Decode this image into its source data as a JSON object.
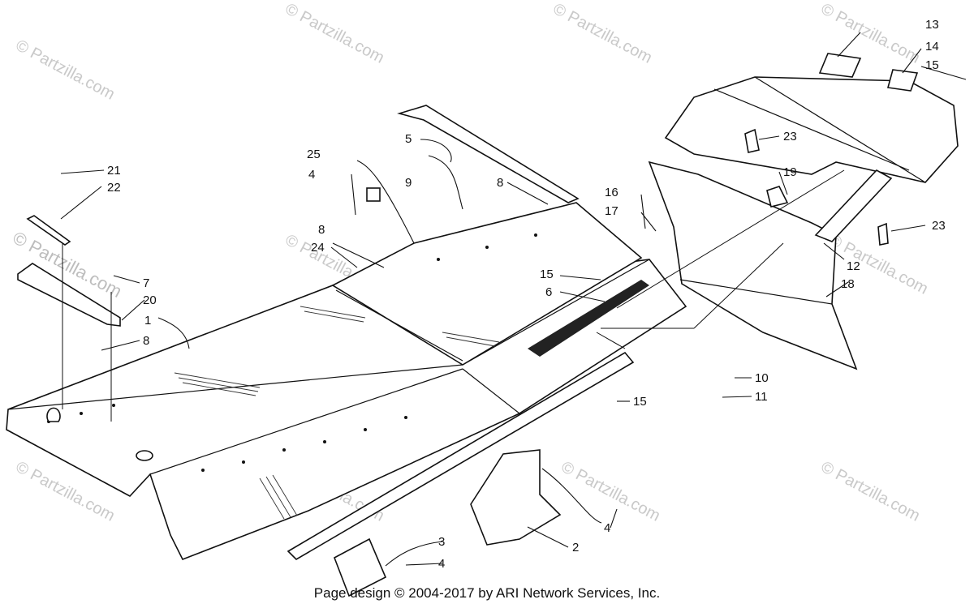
{
  "watermarks": {
    "small": "© Partzilla.com",
    "big": "© Partzilla.com"
  },
  "callouts": {
    "c1": "1",
    "c2": "2",
    "c3": "3",
    "c4a": "4",
    "c4b": "4",
    "c4c": "4",
    "c5": "5",
    "c6": "6",
    "c7": "7",
    "c8a": "8",
    "c8b": "8",
    "c8c": "8",
    "c9": "9",
    "c10": "10",
    "c11": "11",
    "c12": "12",
    "c13": "13",
    "c14": "14",
    "c15a": "15",
    "c15b": "15",
    "c15c": "15",
    "c16": "16",
    "c17": "17",
    "c18": "18",
    "c19": "19",
    "c20": "20",
    "c21": "21",
    "c22": "22",
    "c23a": "23",
    "c23b": "23",
    "c24": "24",
    "c25": "25"
  },
  "footer": "Page design © 2004-2017 by ARI Network Services, Inc.",
  "colors": {
    "ink": "#111111",
    "watermark": "#c9c9c9"
  }
}
